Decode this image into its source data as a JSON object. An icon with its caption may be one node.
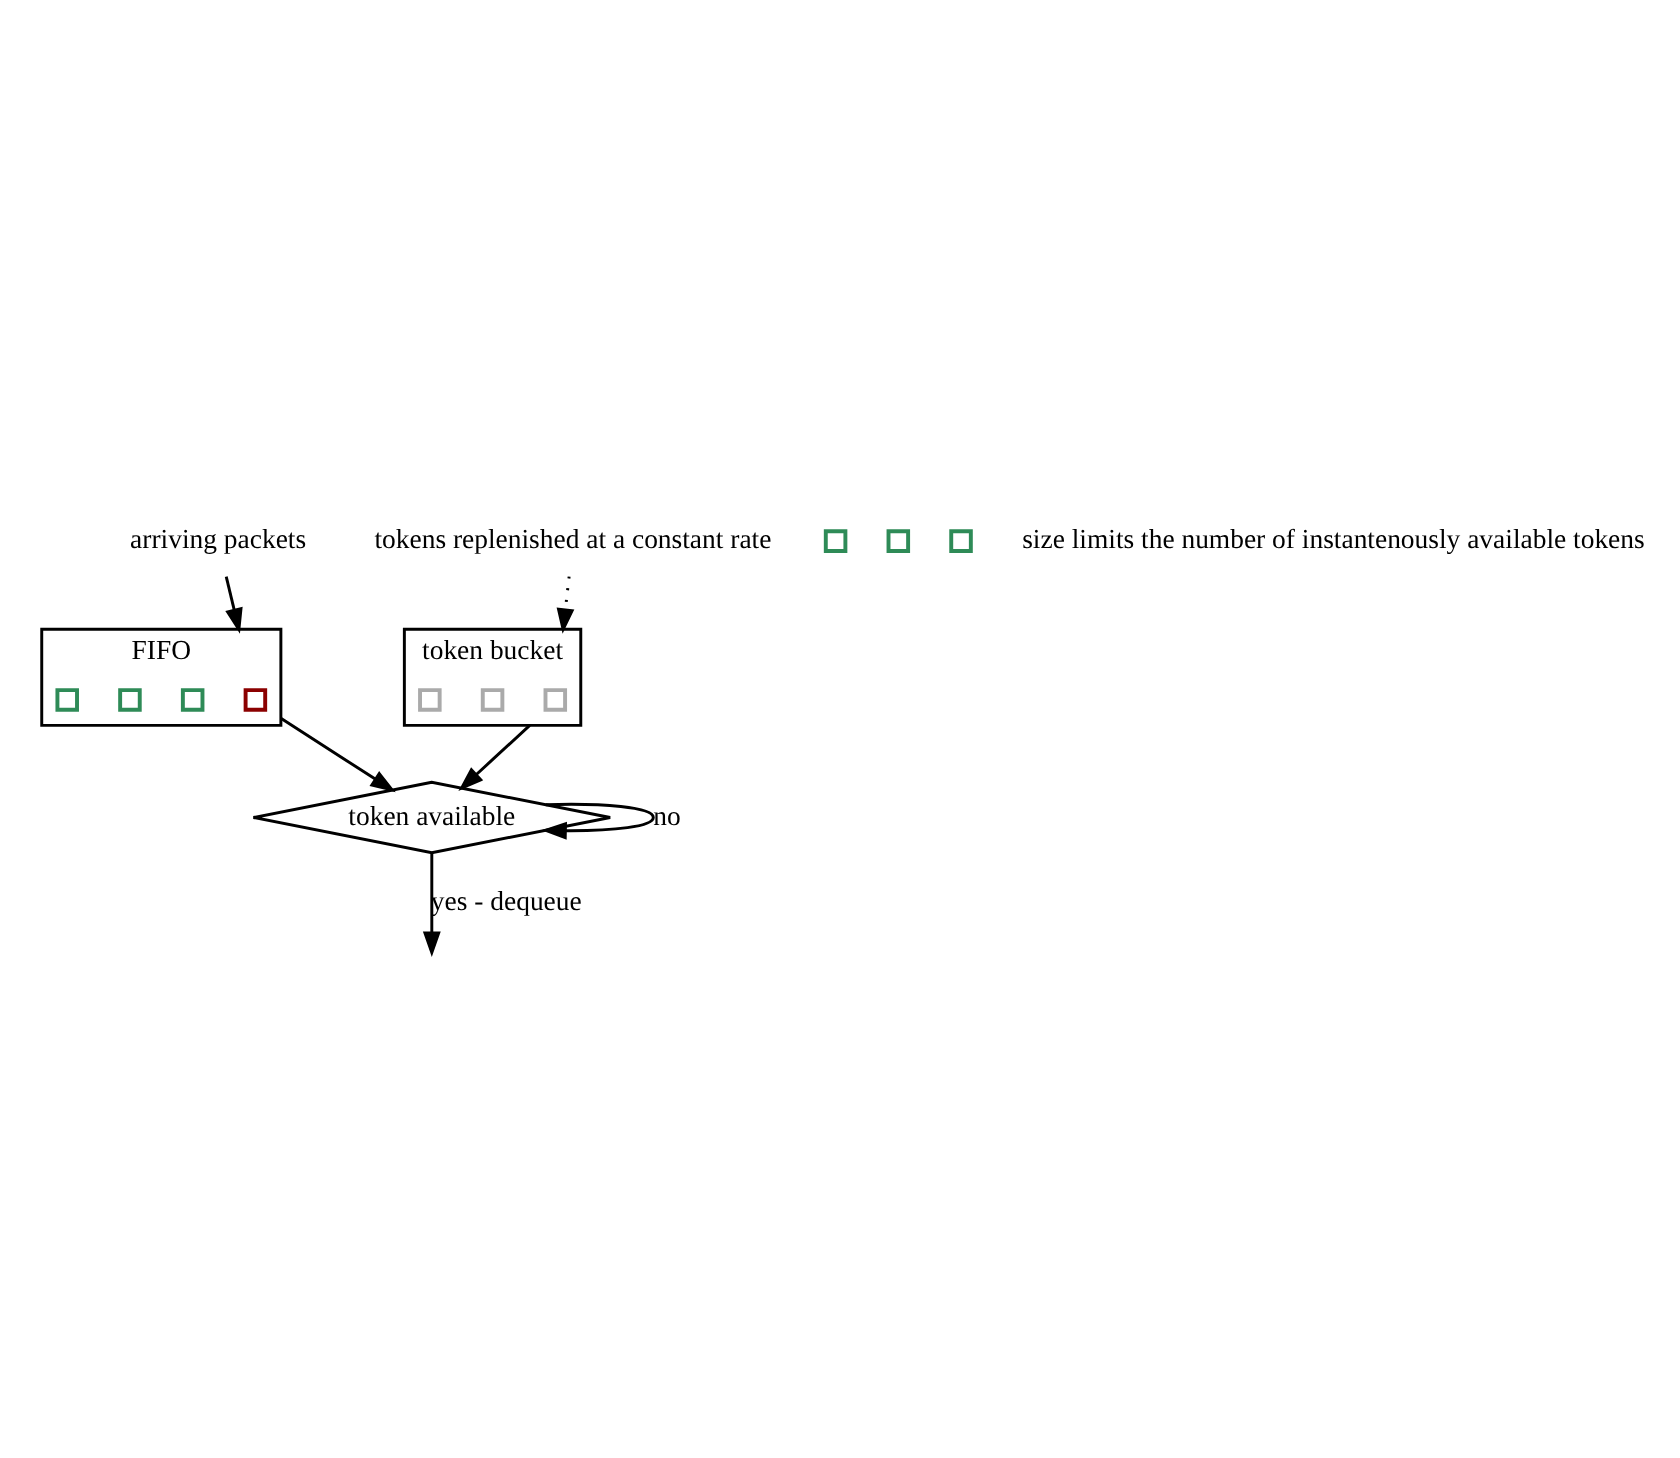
{
  "diagram": {
    "nodes": [
      {
        "text": [
          "arriving packets"
        ]
      },
      {
        "text": [
          "FIFO"
        ]
      },
      {
        "text": [],
        "shape": "box",
        "in": 1
      },
      {
        "text": [],
        "shape": "box",
        "in": 1
      },
      {
        "text": [],
        "shape": "box",
        "in": 1
      },
      {
        "text": [],
        "shape": "box",
        "in": 1
      },
      {
        "text": [
          "tokens replenished at a constant rate"
        ]
      },
      {
        "text": [
          "token bucket"
        ]
      },
      {
        "text": [],
        "shape": "box",
        "in": 7
      },
      {
        "text": [],
        "shape": "box",
        "in": 7
      },
      {
        "text": [],
        "shape": "box",
        "in": 7
      },
      {
        "text": [
          "token available"
        ]
      },
      {
        "text": [],
        "shape": "box"
      },
      {
        "text": [],
        "shape": "box"
      },
      {
        "text": [],
        "shape": "box"
      }
    ],
    "edges": [
      {
        "from": 0,
        "to": 1,
        "arrow": "to"
      },
      {
        "from": 6,
        "to": 7,
        "arrow": "to",
        "style": "dashed"
      },
      {
        "from": 1,
        "to": 11,
        "arrow": "to"
      },
      {
        "from": 7,
        "to": 11,
        "arrow": "to"
      },
      {
        "from": 11,
        "to": null,
        "arrow": "to",
        "label": "yes - dequeue"
      },
      {
        "from": 11,
        "to": 11,
        "arrow": "to",
        "label": "no"
      }
    ],
    "labels": [
      "size limits the number of instantenously available tokens"
    ]
  }
}
